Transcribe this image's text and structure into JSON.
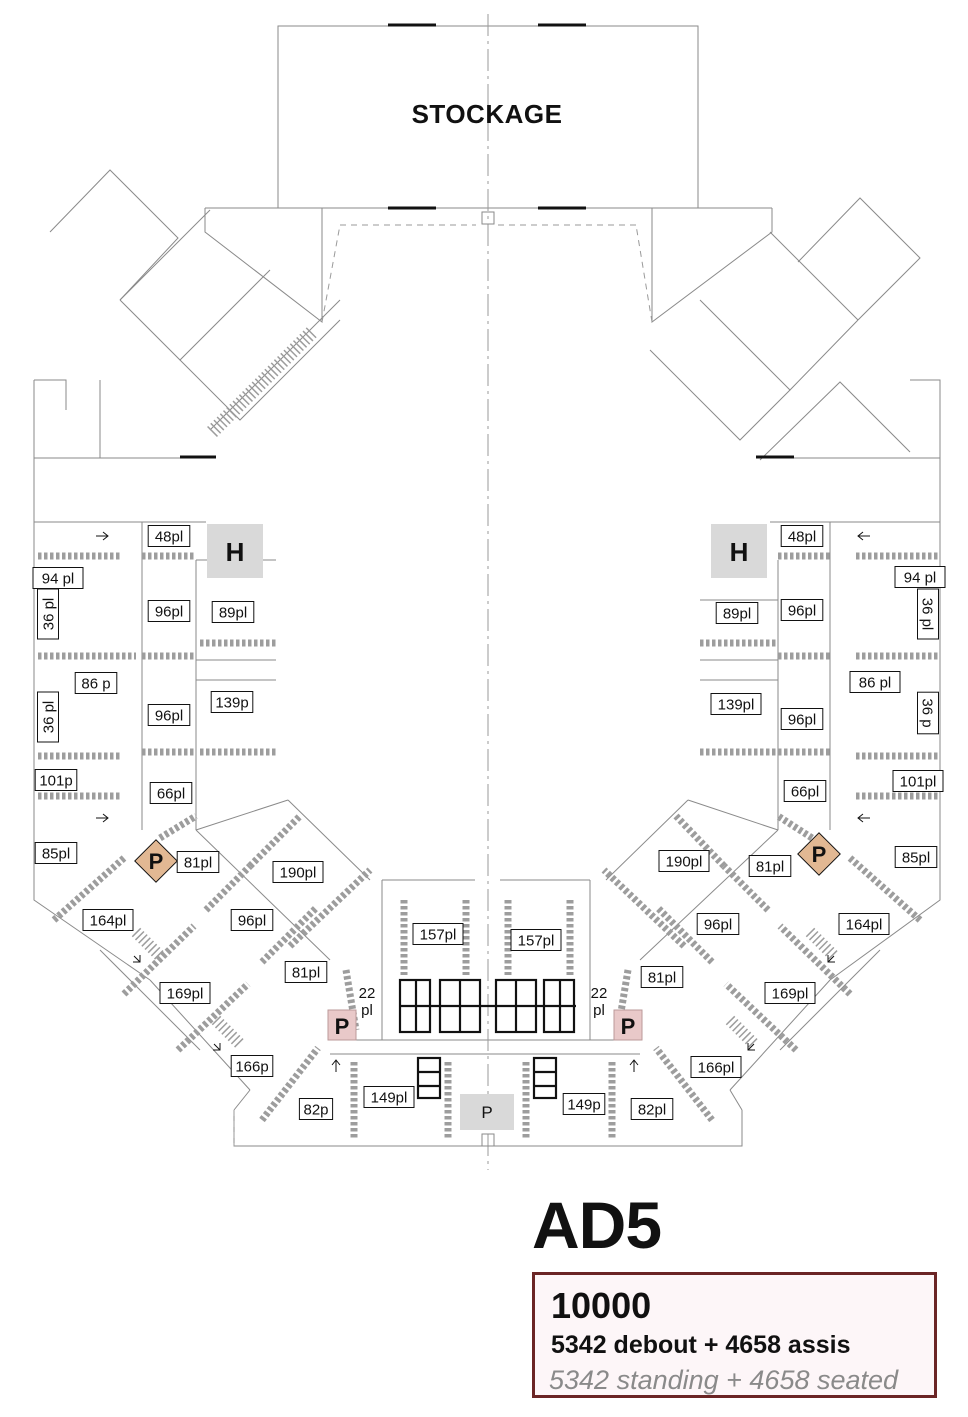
{
  "plan": {
    "storage_label": "STOCKAGE",
    "hospitality_marker": "H",
    "parking_marker": "P",
    "blocks": [
      "48pl",
      "94 pl",
      "36 pl",
      "96pl",
      "89pl",
      "86 p",
      "36 pl",
      "139p",
      "96pl",
      "101p",
      "66pl",
      "85pl",
      "81pl",
      "190pl",
      "164pl",
      "96pl",
      "157pl",
      "81pl",
      "22 pl",
      "169pl",
      "166p",
      "149pl",
      "82p",
      "48pl",
      "94 pl",
      "36 pl",
      "89pl",
      "96pl",
      "86 pl",
      "36 p",
      "139pl",
      "96pl",
      "101pl",
      "66pl",
      "190pl",
      "81pl",
      "85pl",
      "96pl",
      "164pl",
      "157pl",
      "81pl",
      "22 pl",
      "169pl",
      "166pl",
      "149p",
      "82pl"
    ]
  },
  "summary": {
    "config_code": "AD5",
    "total_capacity": "10000",
    "breakdown_fr": "5342 debout + 4658 assis",
    "breakdown_en": "5342 standing + 4658 seated"
  },
  "colors": {
    "marker_fill": "#d9d9d9",
    "parking_left_fill": "#e2b893",
    "parking_right_fill": "#e9c9c9",
    "capacity_border": "#6b2525",
    "line": "#8a8a8a"
  }
}
